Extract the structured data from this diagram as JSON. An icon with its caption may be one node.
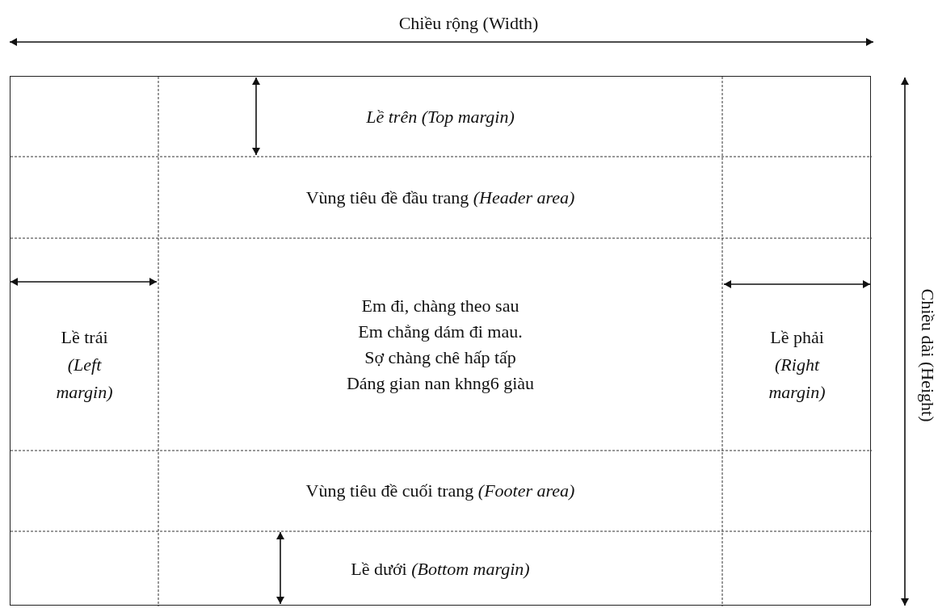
{
  "diagram": {
    "nodes": [
      {
        "text": [],
        "shape": "box"
      },
      {
        "text": [
          "Lề trên (Top margin)"
        ],
        "in": 0
      },
      {
        "text": [
          "Vùng tiêu đề đầu trang *(Header area)*"
        ],
        "in": 0
      },
      {
        "text": [
          "Lề trái",
          "(Left margin)"
        ],
        "in": 0
      },
      {
        "text": [
          "Em đi, chàng theo sau",
          "Em chẳng dám đi mau.",
          "Sợ chàng chê hấp tấp",
          "Dáng gian nan khng6 giàu"
        ],
        "in": 0
      },
      {
        "text": [
          "Lề phải",
          "(Right margin)"
        ],
        "in": 0
      },
      {
        "text": [
          "Vùng tiêu đề cuối trang *(Footer area)*"
        ],
        "in": 0
      },
      {
        "text": [
          "Lề dưới *(Bottom margin)*"
        ],
        "in": 0
      }
    ],
    "labels": [
      "Chiều rộng (Width)",
      "Chiều dài (Height)"
    ]
  }
}
